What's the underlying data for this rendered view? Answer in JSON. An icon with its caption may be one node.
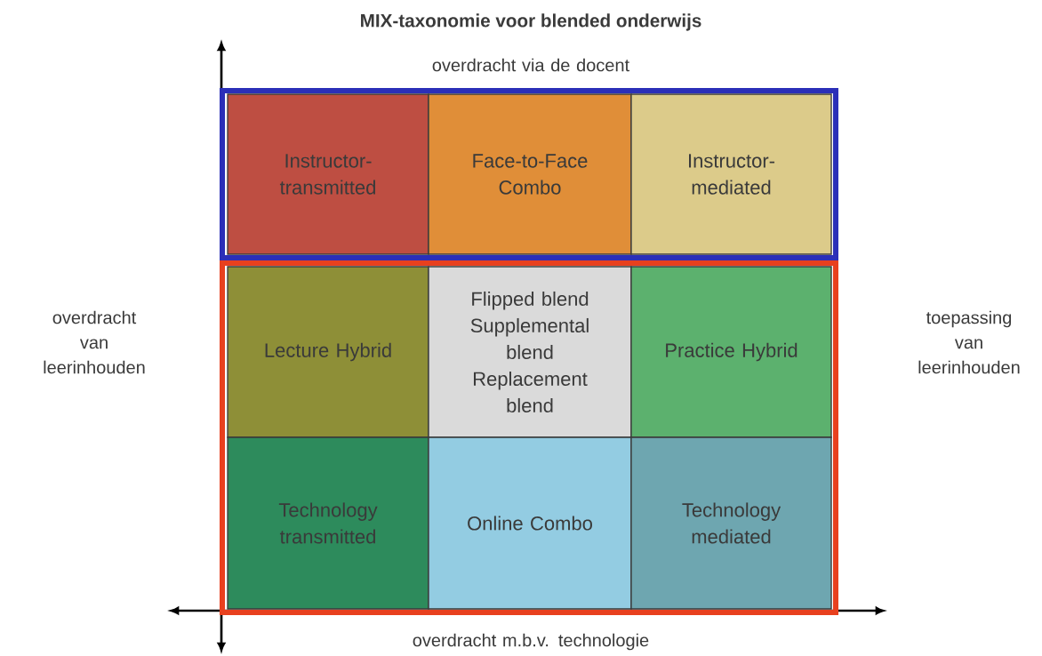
{
  "diagram": {
    "title": "MIX-taxonomie voor blended onderwijs",
    "nodes": [
      {
        "text": [],
        "shape": "box"
      },
      {
        "text": [
          "Instructor-transmitted"
        ],
        "in": 0
      },
      {
        "text": [
          "Face-to-Face Combo"
        ],
        "in": 0
      },
      {
        "text": [
          "Instructor-mediated"
        ],
        "in": 0
      },
      {
        "text": [],
        "shape": "box"
      },
      {
        "text": [
          "Lecture Hybrid"
        ],
        "in": 4
      },
      {
        "text": [
          "Flipped blend",
          "Supplemental blend",
          "Replacement blend"
        ],
        "in": 4
      },
      {
        "text": [
          "Practice Hybrid"
        ],
        "in": 4
      },
      {
        "text": [
          "Technology transmitted"
        ],
        "in": 4
      },
      {
        "text": [
          "Online Combo"
        ],
        "in": 4
      },
      {
        "text": [
          "Technology mediated"
        ],
        "in": 4
      }
    ],
    "labels": [
      "overdracht via de docent",
      "overdracht van leerinhouden",
      "toepassing van leerinhouden",
      "overdracht m.b.v. technologie"
    ]
  }
}
